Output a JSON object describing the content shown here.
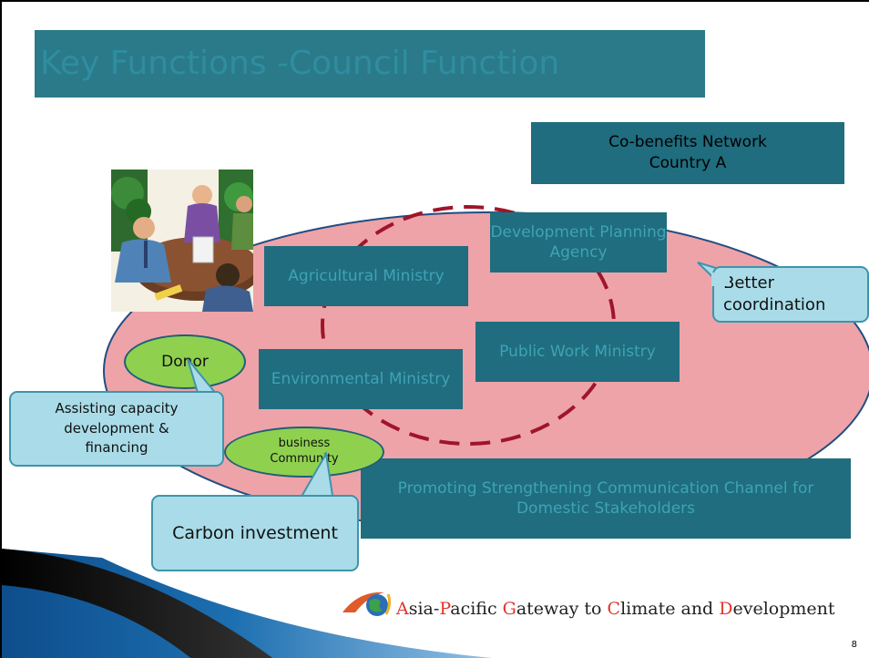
{
  "slide": {
    "title": "Key Functions -Council Function",
    "page_number": "8"
  },
  "network_box": {
    "line1": "Co-benefits  Network",
    "line2": "Country A"
  },
  "agencies": {
    "development_planning": "Development Planning Agency",
    "agricultural": "Agricultural Ministry",
    "public_work": "Public Work Ministry",
    "environmental": "Environmental Ministry"
  },
  "promoting_box": "Promoting Strengthening Communication Channel for Domestic Stakeholders",
  "donor": {
    "label": "Donor",
    "callout": "Assisting capacity development & financing"
  },
  "business": {
    "line1": "business",
    "line2": "Community",
    "callout": "Carbon investment"
  },
  "coordination_callout": "Better coordination",
  "footer": {
    "logo_letters": [
      "A",
      "P",
      "G",
      "C",
      "D"
    ],
    "logo_parts": [
      "A",
      "sia-",
      "P",
      "acific ",
      "G",
      "ateway to ",
      "C",
      "limate and ",
      "D",
      "evelopment"
    ]
  },
  "colors": {
    "title_bar": "#2a7a8a",
    "teal_box": "#1f6d7e",
    "pink_ellipse": "#eea3a9",
    "dashed_circle": "#a0142a",
    "callout_fill": "#a9dce8",
    "green_ellipse": "#8fd14f",
    "logo_accent": "#e3352b"
  }
}
